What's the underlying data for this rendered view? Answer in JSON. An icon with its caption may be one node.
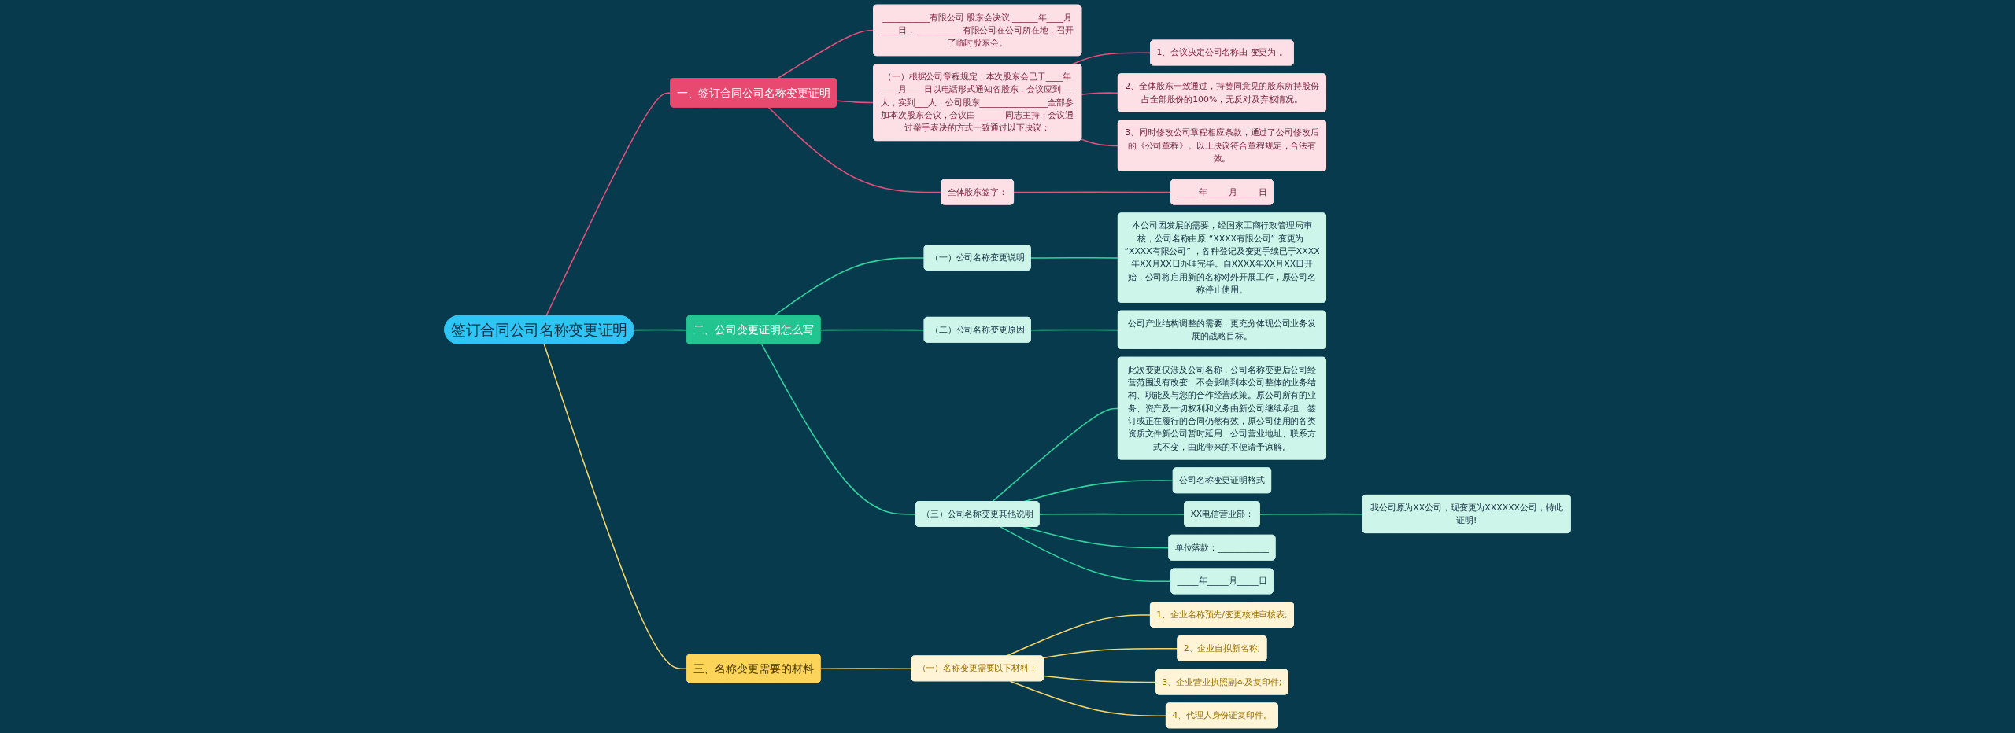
{
  "diagram": {
    "nodes": [
      {
        "text": [
          "签订合同公司名称变更证明"
        ]
      },
      {
        "text": [
          "一、签订合同公司名称变更证明"
        ]
      },
      {
        "text": [
          "___________有限公司 股东会决议 ______年____月____日，___________有限公司在公司所在地，召开了临时股东会。"
        ]
      },
      {
        "text": [
          "（一）根据公司章程规定，本次股东会已于____年____月____日以电话形式通知各股东，会议应到___人，实到___人，公司股东________________全部参加本次股东会议，会议由_______同志主持；会议通过举手表决的方式一致通过以下决议："
        ]
      },
      {
        "text": [
          "1、会议决定公司名称由 变更为 。"
        ]
      },
      {
        "text": [
          "2、全体股东一致通过，持赞同意见的股东所持股份占全部股份的100%，无反对及弃权情况。"
        ]
      },
      {
        "text": [
          "3、同时修改公司章程相应条款，通过了公司修改后的《公司章程》。以上决议符合章程规定，合法有效。"
        ]
      },
      {
        "text": [
          "全体股东签字："
        ]
      },
      {
        "text": [
          "_____年_____月_____日"
        ]
      },
      {
        "text": [
          "二、公司变更证明怎么写"
        ]
      },
      {
        "text": [
          "（一）公司名称变更说明"
        ]
      },
      {
        "text": [
          "本公司因发展的需要，经国家工商行政管理局审核，公司名称由原 “XXXX有限公司” 变更为 “XXXX有限公司” ，各种登记及变更手续已于XXXX年XX月XX日办理完毕。自XXXX年XX月XX日开始，公司将启用新的名称对外开展工作，原公司名称停止使用。"
        ]
      },
      {
        "text": [
          "（二）公司名称变更原因"
        ]
      },
      {
        "text": [
          "公司产业结构调整的需要，更充分体现公司业务发展的战略目标。"
        ]
      },
      {
        "text": [
          "（三）公司名称变更其他说明"
        ]
      },
      {
        "text": [
          "此次变更仅涉及公司名称，公司名称变更后公司经营范围没有改变，不会影响到本公司整体的业务结构、职能及与您的合作经营政策。原公司所有的业务、资产及一切权利和义务由新公司继续承担，签订或正在履行的合同仍然有效，原公司使用的各类资质文件新公司暂时延用，公司营业地址、联系方式不变，由此带来的不便请予谅解。"
        ]
      },
      {
        "text": [
          "公司名称变更证明格式"
        ]
      },
      {
        "text": [
          "XX电信营业部："
        ]
      },
      {
        "text": [
          "我公司原为XX公司，现变更为XXXXXX公司，特此证明!"
        ]
      },
      {
        "text": [
          "单位落款：____________"
        ]
      },
      {
        "text": [
          "_____年_____月_____日"
        ]
      },
      {
        "text": [
          "三、名称变更需要的材料"
        ]
      },
      {
        "text": [
          "（一）名称变更需要以下材料："
        ]
      },
      {
        "text": [
          "1、企业名称预先/变更核准审核表;"
        ]
      },
      {
        "text": [
          "2、企业自拟新名称;"
        ]
      },
      {
        "text": [
          "3、企业营业执照副本及复印件;"
        ]
      },
      {
        "text": [
          "4、代理人身份证复印件。"
        ]
      }
    ],
    "edges": [
      {
        "from": 0,
        "to": 1,
        "arrow": "none",
        "color": "#e0507a"
      },
      {
        "from": 1,
        "to": 2,
        "arrow": "none",
        "color": "#e0507a"
      },
      {
        "from": 1,
        "to": 3,
        "arrow": "none",
        "color": "#e0507a"
      },
      {
        "from": 3,
        "to": 4,
        "arrow": "none",
        "color": "#e0507a"
      },
      {
        "from": 3,
        "to": 5,
        "arrow": "none",
        "color": "#e0507a"
      },
      {
        "from": 3,
        "to": 6,
        "arrow": "none",
        "color": "#e0507a"
      },
      {
        "from": 1,
        "to": 7,
        "arrow": "none",
        "color": "#e0507a"
      },
      {
        "from": 7,
        "to": 8,
        "arrow": "none",
        "color": "#e0507a"
      },
      {
        "from": 0,
        "to": 9,
        "arrow": "none"
      },
      {
        "from": 9,
        "to": 10,
        "arrow": "none"
      },
      {
        "from": 10,
        "to": 11,
        "arrow": "none"
      },
      {
        "from": 9,
        "to": 12,
        "arrow": "none"
      },
      {
        "from": 12,
        "to": 13,
        "arrow": "none"
      },
      {
        "from": 9,
        "to": 14,
        "arrow": "none"
      },
      {
        "from": 14,
        "to": 15,
        "arrow": "none"
      },
      {
        "from": 14,
        "to": 16,
        "arrow": "none"
      },
      {
        "from": 14,
        "to": 17,
        "arrow": "none"
      },
      {
        "from": 17,
        "to": 18,
        "arrow": "none"
      },
      {
        "from": 14,
        "to": 19,
        "arrow": "none"
      },
      {
        "from": 14,
        "to": 20,
        "arrow": "none"
      },
      {
        "from": 0,
        "to": 21,
        "arrow": "none",
        "color": "#f5d66b"
      },
      {
        "from": 21,
        "to": 22,
        "arrow": "none",
        "color": "#f5d66b"
      },
      {
        "from": 22,
        "to": 23,
        "arrow": "none",
        "color": "#f5d66b"
      },
      {
        "from": 22,
        "to": 24,
        "arrow": "none",
        "color": "#f5d66b"
      },
      {
        "from": 22,
        "to": 25,
        "arrow": "none",
        "color": "#f5d66b"
      },
      {
        "from": 22,
        "to": 26,
        "arrow": "none",
        "color": "#f5d66b"
      }
    ]
  }
}
